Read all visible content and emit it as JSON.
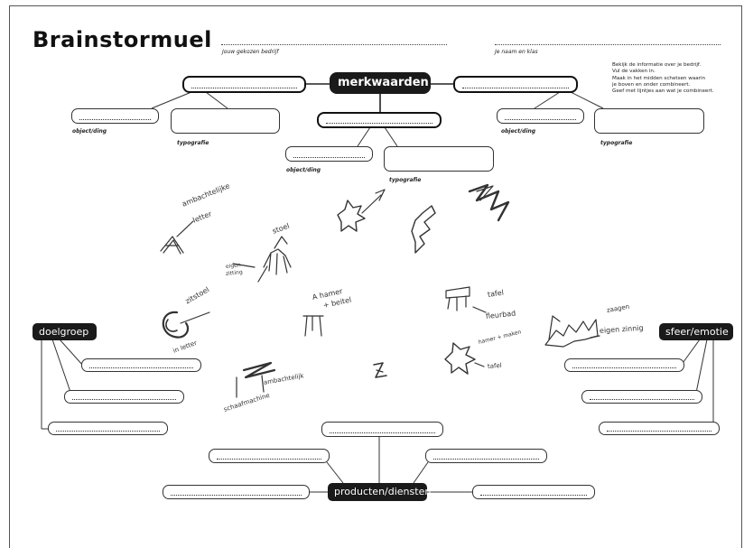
{
  "title": "Brainstormuel",
  "fields": {
    "company_label": "Jouw gekozen bedrijf",
    "name_label": "Je naam en klas"
  },
  "instructions": [
    "Bekijk de informatie over je bedrijf.",
    "Vul de vakken in.",
    "Maak in het midden schetsen waarin",
    "je boven en onder combineert.",
    "Geef met lijntjes aan wat je combineert."
  ],
  "hubs": {
    "top": "merkwaarden",
    "left": "doelgroep",
    "right": "sfeer/emotie",
    "bottom": "producten/diensten"
  },
  "captions": {
    "object": "object/ding",
    "typography": "typografie"
  },
  "sketch_notes": {
    "n1": "ambachtelijke",
    "n2": "letter",
    "n3": "stoel",
    "n4": "eigen",
    "n5": "zitting",
    "n6": "zitstoel",
    "n7": "A hamer",
    "n8": "+ beitel",
    "n9": "tafel",
    "n10": "fleurbad",
    "n11": "zaagen",
    "n12": "eigen zinnig",
    "n13": "in letter",
    "n14": "ambachtelijk",
    "n15": "schaafmachine",
    "n16": "hamer + maken",
    "n17": "tafel"
  }
}
